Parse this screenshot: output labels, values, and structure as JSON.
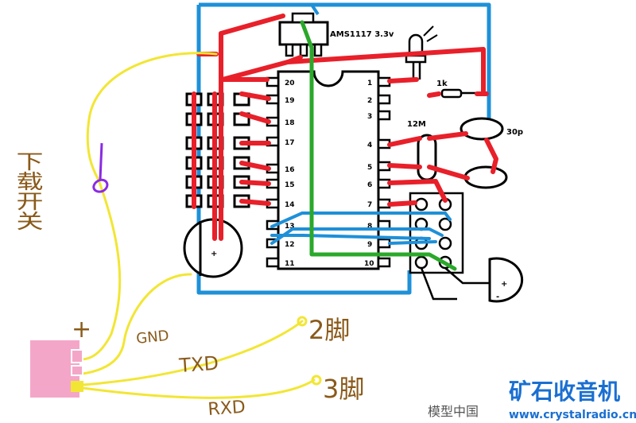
{
  "components": {
    "regulator_label": "AMS1117 3.3v",
    "resistor_label": "1k",
    "crystal_label": "12M",
    "capacitor_label": "30p",
    "electrolytic_plus": "+",
    "electrolytic_minus": "-",
    "big_cap_plus": "+"
  },
  "chip": {
    "left_pins": [
      "20",
      "19",
      "18",
      "17",
      "16",
      "15",
      "14",
      "13",
      "12",
      "11"
    ],
    "right_pins": [
      "1",
      "2",
      "3",
      "4",
      "5",
      "6",
      "7",
      "8",
      "9",
      "10"
    ]
  },
  "annotations": {
    "download_switch": "下载开关",
    "plus": "+",
    "gnd": "GND",
    "txd": "TXD",
    "rxd": "RXD",
    "pin2": "2脚",
    "pin3": "3脚"
  },
  "watermark": {
    "logo": "矿石收音机",
    "site_cn": "模型中国",
    "url": "www.crystalradio.cn"
  },
  "colors": {
    "power_red": "#e8202a",
    "ground_blue": "#1e90d8",
    "signal_green": "#2aa82a",
    "usb_yellow": "#f2e634",
    "connector_pink": "#f4a6c8",
    "switch_purple": "#8a2be2",
    "handwriting_brown": "#8a5a1a"
  }
}
